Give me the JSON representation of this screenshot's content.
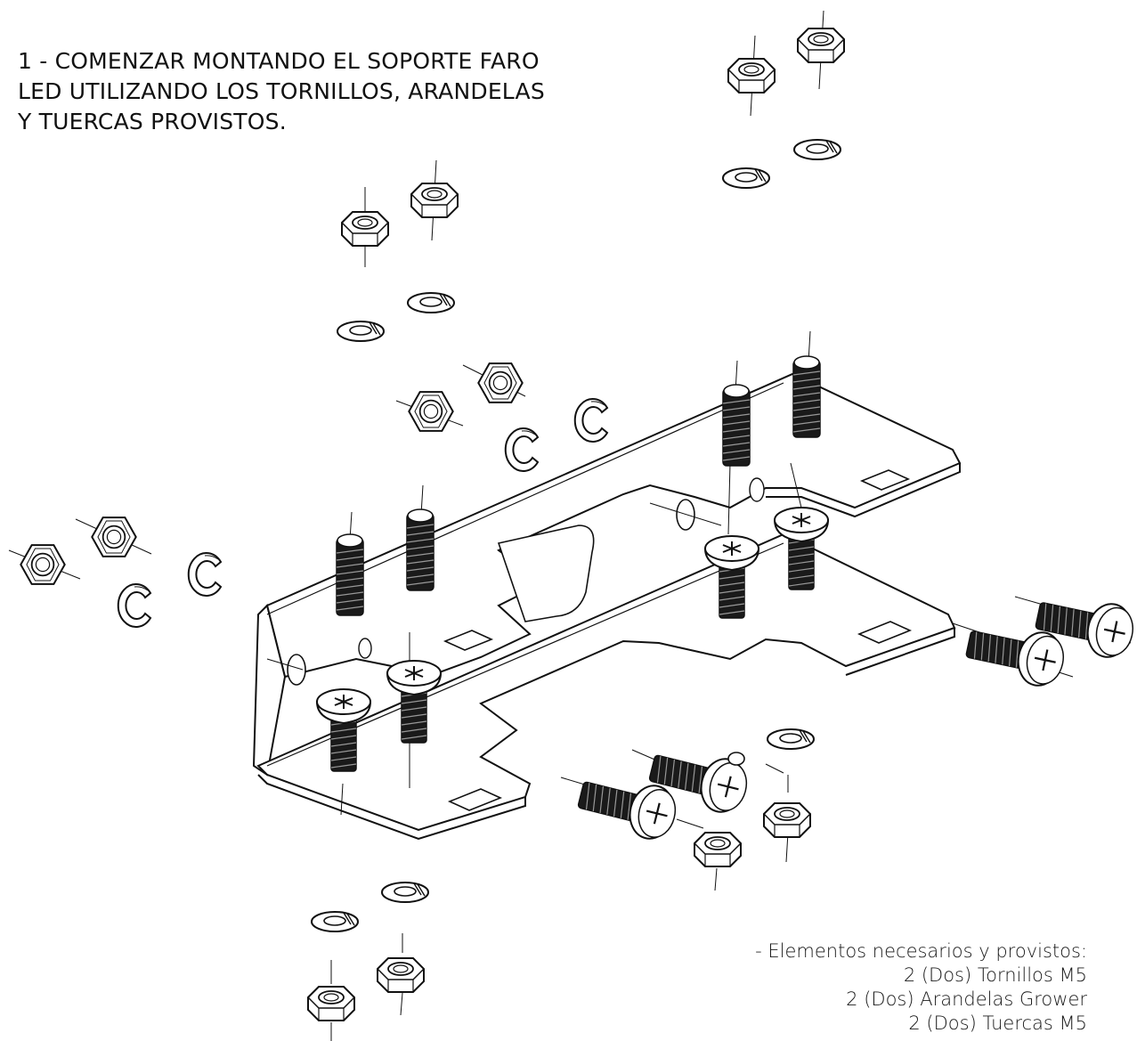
{
  "instruction": {
    "lines": [
      "1 - COMENZAR MONTANDO EL SOPORTE FARO",
      "LED UTILIZANDO LOS TORNILLOS, ARANDELAS",
      "Y TUERCAS PROVISTOS."
    ]
  },
  "parts_list": {
    "header": "- Elementos necesarios y provistos:",
    "items": [
      "2 (Dos) Tornillos M5",
      "2 (Dos) Arandelas Grower",
      "2 (Dos) Tuercas M5"
    ]
  },
  "colors": {
    "line": "#111111",
    "fill": "#ffffff",
    "thread": "#1a1a1a"
  }
}
